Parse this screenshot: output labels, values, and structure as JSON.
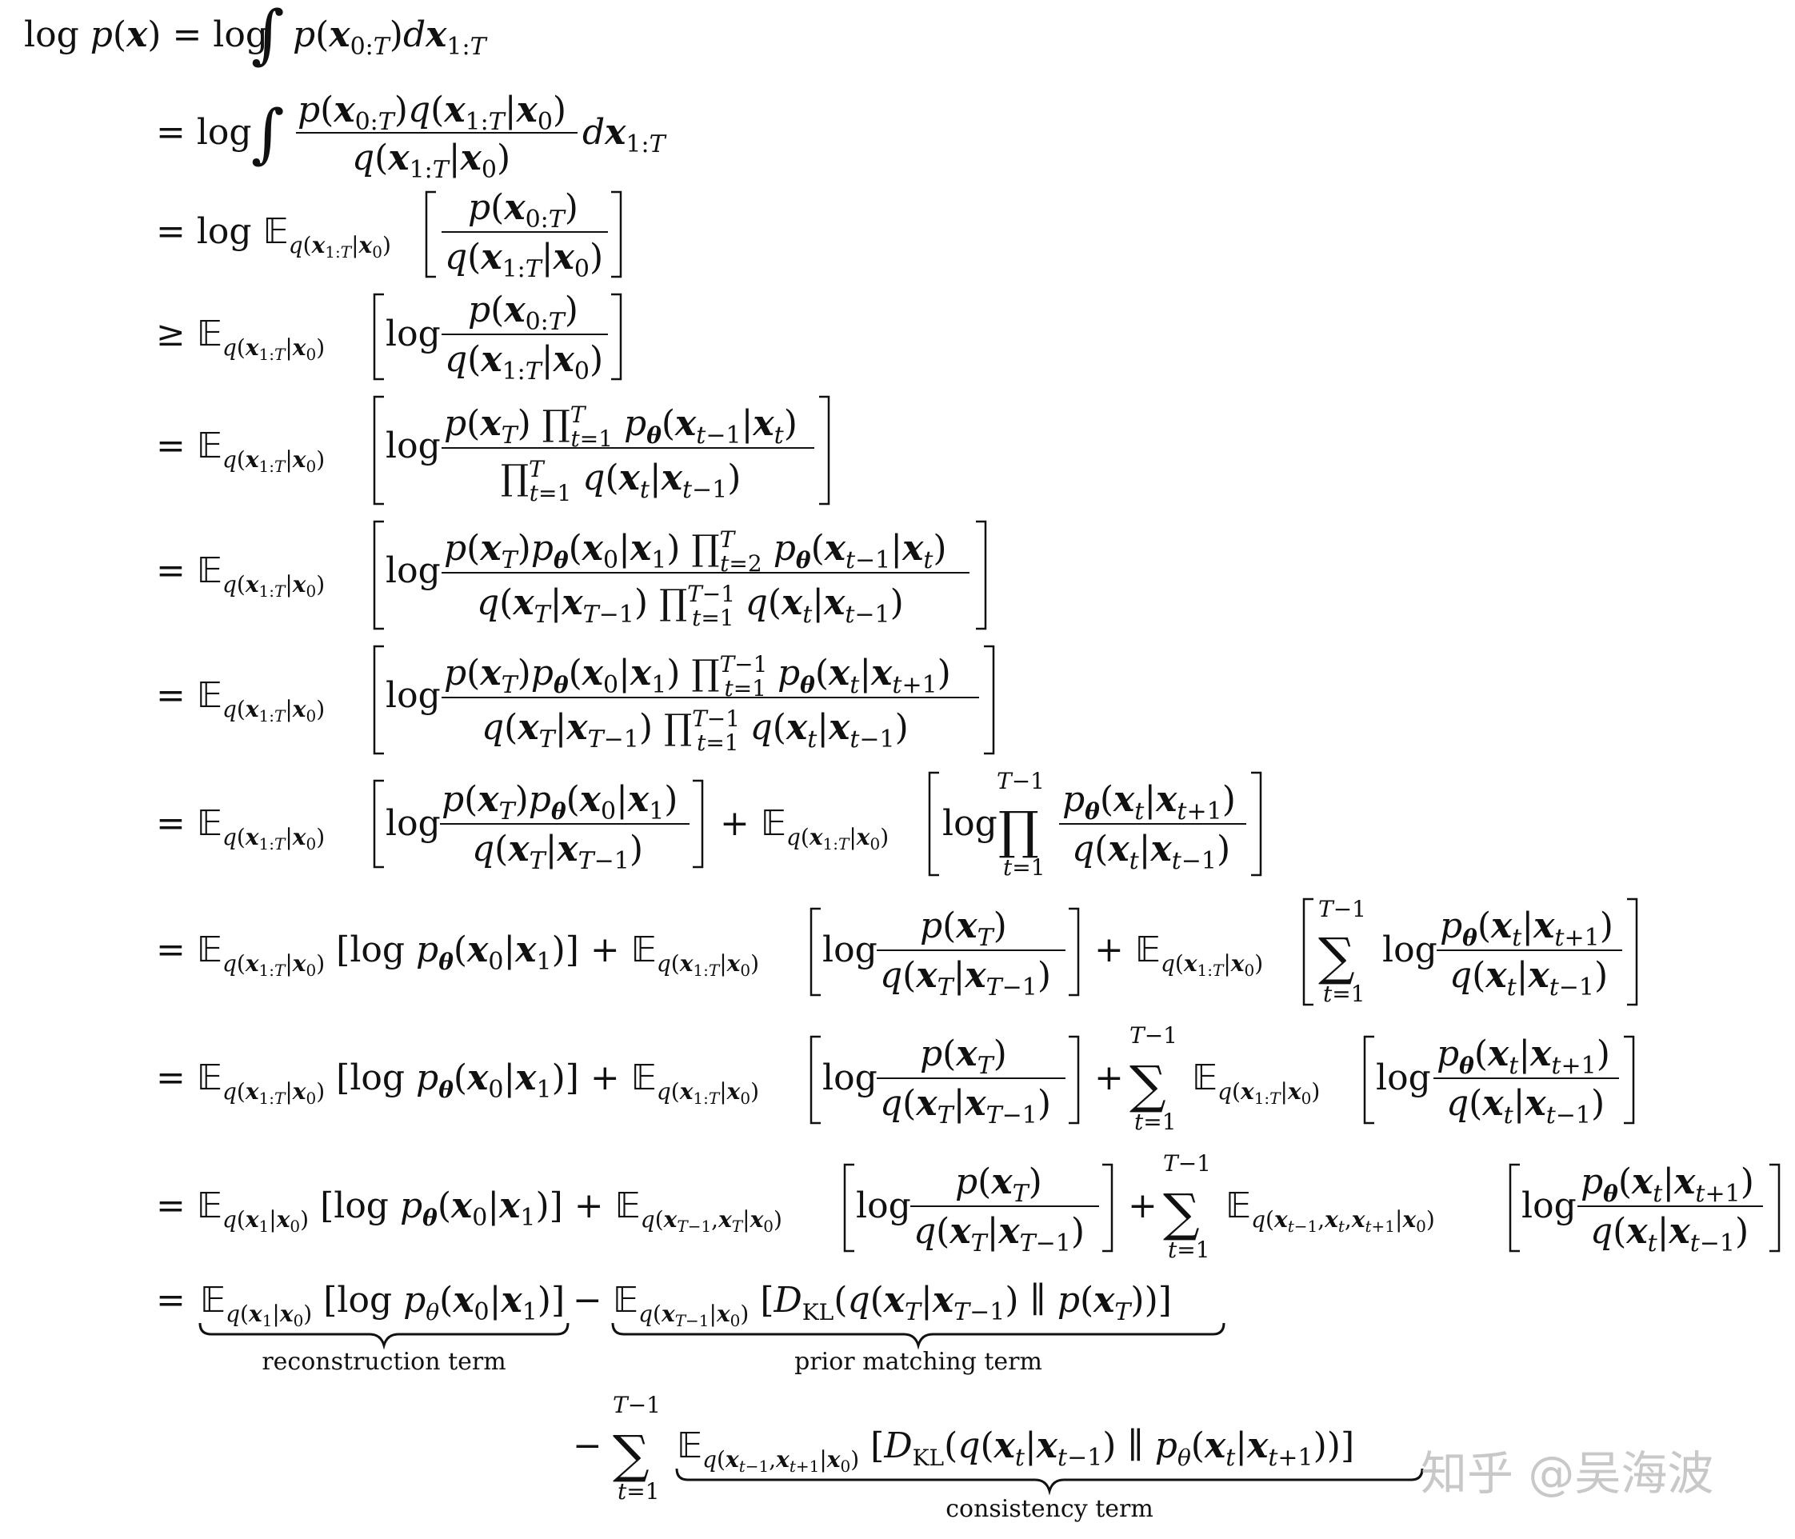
{
  "equation_lines": [
    "log p(x) = log ∫ p(x_{0:T}) dx_{1:T}",
    "= log ∫ p(x_{0:T}) q(x_{1:T}|x_0) / q(x_{1:T}|x_0) dx_{1:T}",
    "= log E_{q(x_{1:T}|x_0)} [ p(x_{0:T}) / q(x_{1:T}|x_0) ]",
    "≥ E_{q(x_{1:T}|x_0)} [ log p(x_{0:T}) / q(x_{1:T}|x_0) ]",
    "= E_{q(x_{1:T}|x_0)} [ log p(x_T) ∏_{t=1}^{T} p_θ(x_{t−1}|x_t) / ∏_{t=1}^{T} q(x_t|x_{t−1}) ]",
    "= E_{q(x_{1:T}|x_0)} [ log p(x_T) p_θ(x_0|x_1) ∏_{t=2}^{T} p_θ(x_{t−1}|x_t) / q(x_T|x_{T−1}) ∏_{t=1}^{T−1} q(x_t|x_{t−1}) ]",
    "= E_{q(x_{1:T}|x_0)} [ log p(x_T) p_θ(x_0|x_1) ∏_{t=1}^{T−1} p_θ(x_t|x_{t+1}) / q(x_T|x_{T−1}) ∏_{t=1}^{T−1} q(x_t|x_{t−1}) ]",
    "= E_{q(x_{1:T}|x_0)} [ log p(x_T) p_θ(x_0|x_1) / q(x_T|x_{T−1}) ] + E_{q(x_{1:T}|x_0)} [ log ∏_{t=1}^{T−1} p_θ(x_t|x_{t+1}) / q(x_t|x_{t−1}) ]",
    "= E_{q(x_{1:T}|x_0)} [log p_θ(x_0|x_1)] + E_{q(x_{1:T}|x_0)} [ log p(x_T) / q(x_T|x_{T−1}) ] + E_{q(x_{1:T}|x_0)} [ Σ_{t=1}^{T−1} log p_θ(x_t|x_{t+1}) / q(x_t|x_{t−1}) ]",
    "= E_{q(x_{1:T}|x_0)} [log p_θ(x_0|x_1)] + E_{q(x_{1:T}|x_0)} [ log p(x_T) / q(x_T|x_{T−1}) ] + Σ_{t=1}^{T−1} E_{q(x_{1:T}|x_0)} [ log p_θ(x_t|x_{t+1}) / q(x_t|x_{t−1}) ]",
    "= E_{q(x_1|x_0)} [log p_θ(x_0|x_1)] + E_{q(x_{T−1},x_T|x_0)} [ log p(x_T) / q(x_T|x_{T−1}) ] + Σ_{t=1}^{T−1} E_{q(x_{t−1},x_t,x_{t+1}|x_0)} [ log p_θ(x_t|x_{t+1}) / q(x_t|x_{t−1}) ]",
    "= E_{q(x_1|x_0)} [log p_θ(x_0|x_1)] − E_{q(x_{T−1}|x_0)} [D_KL(q(x_T|x_{T−1}) ∥ p(x_T))]",
    "− Σ_{t=1}^{T−1} E_{q(x_{t−1},x_{t+1}|x_0)} [D_KL(q(x_t|x_{t−1}) ∥ p_θ(x_t|x_{t+1}))]"
  ],
  "underbrace_labels": {
    "reconstruction": "reconstruction term",
    "prior_matching": "prior matching term",
    "consistency": "consistency term"
  },
  "watermark": "知乎 @吴海波"
}
